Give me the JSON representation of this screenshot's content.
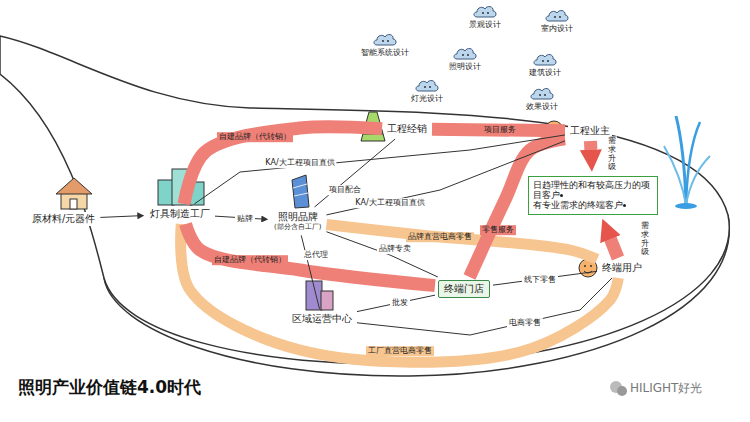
{
  "diagram": {
    "title": "照明产业价值链4.0时代",
    "nodes": [
      {
        "text": [
          "原材料/元器件"
        ]
      },
      {
        "text": [
          "灯具制造工厂"
        ]
      },
      {
        "text": [
          "照明品牌",
          "(部分含自工厂)"
        ]
      },
      {
        "text": [
          "工程经销"
        ]
      },
      {
        "text": [
          "工程业主"
        ]
      },
      {
        "text": [
          "区域运营中心"
        ]
      },
      {
        "text": [
          "终端门店"
        ]
      },
      {
        "text": [
          "终端用户"
        ]
      },
      {
        "text": [
          "日趋理性的和有较高压力的项目客户",
          "有专业需求的终端客户"
        ]
      },
      {
        "text": [
          "景观设计"
        ]
      },
      {
        "text": [
          "室内设计"
        ]
      },
      {
        "text": [
          "智能系统设计"
        ]
      },
      {
        "text": [
          "照明设计"
        ]
      },
      {
        "text": [
          "建筑设计"
        ]
      },
      {
        "text": [
          "灯光设计"
        ]
      },
      {
        "text": [
          "效果设计"
        ]
      }
    ],
    "edges": [
      {
        "from": 0,
        "to": 1,
        "arrow": "to"
      },
      {
        "from": 1,
        "to": 3,
        "label": "自建品牌（代转销）",
        "arrow": "none"
      },
      {
        "from": 3,
        "to": 4,
        "label": "项目服务",
        "arrow": "none"
      },
      {
        "from": 1,
        "to": 4,
        "label": "KA/大工程项目直供",
        "arrow": "none"
      },
      {
        "from": 1,
        "to": 2,
        "label": "贴牌",
        "arrow": "to"
      },
      {
        "from": 2,
        "to": 3,
        "label": "项目配合",
        "arrow": "none"
      },
      {
        "from": 2,
        "to": 4,
        "label": "KA/大工程项目直供",
        "arrow": "none"
      },
      {
        "from": 2,
        "to": 5,
        "label": "总代理",
        "arrow": "none"
      },
      {
        "from": 2,
        "to": 6,
        "label": "品牌专卖",
        "arrow": "none"
      },
      {
        "from": 1,
        "to": 6,
        "label": "自建品牌（代转销）",
        "arrow": "none"
      },
      {
        "from": 5,
        "to": 6,
        "label": "批发",
        "arrow": "none"
      },
      {
        "from": 6,
        "to": 4,
        "label": "零售服务",
        "arrow": "none"
      },
      {
        "from": 6,
        "to": 7,
        "label": "线下零售",
        "arrow": "none"
      },
      {
        "from": 5,
        "to": 7,
        "label": "电商零售",
        "arrow": "none"
      },
      {
        "from": 2,
        "to": 7,
        "label": "品牌直营电商零售",
        "arrow": "none"
      },
      {
        "from": 1,
        "to": 7,
        "label": "工厂直营电商零售",
        "arrow": "none"
      },
      {
        "from": 4,
        "to": 8,
        "label": "需求升级",
        "arrow": "to"
      },
      {
        "from": 7,
        "to": 8,
        "label": "需求升级",
        "arrow": "to"
      }
    ],
    "labels": [
      "HILIGHT好光"
    ]
  }
}
